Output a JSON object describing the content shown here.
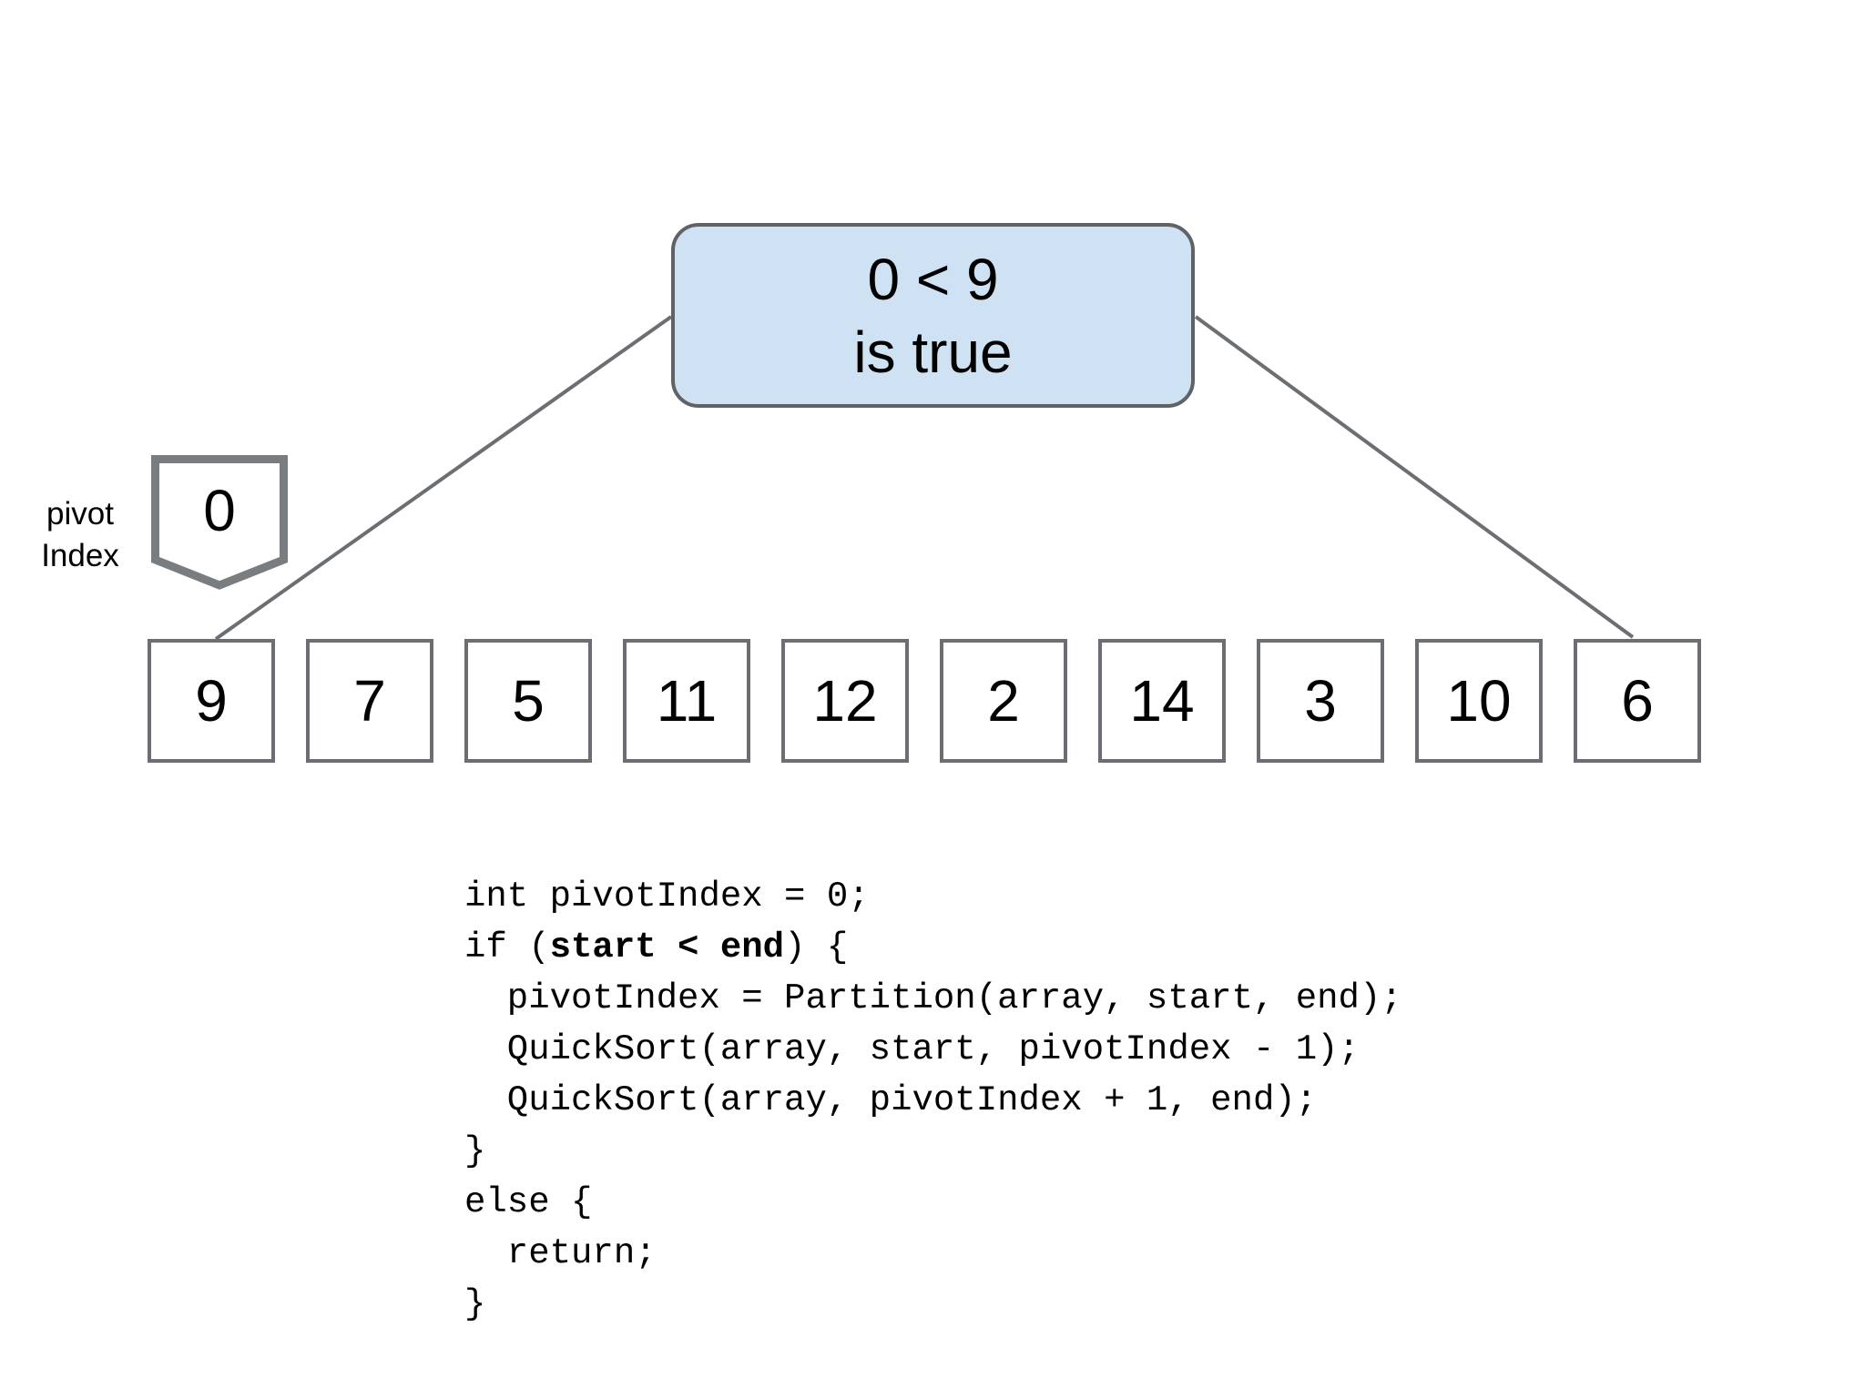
{
  "colors": {
    "node_fill": "#cfe2f3",
    "node_border": "#5f6368",
    "box_border": "#6b6f73",
    "line_color": "#6b6f73",
    "pentagon_border": "#7a7d80"
  },
  "diagram": {
    "decision_node": {
      "line1": "0 < 9",
      "line2": "is true"
    },
    "pivot_marker": {
      "label_line1": "pivot",
      "label_line2": "Index",
      "value": "0"
    },
    "array": {
      "values": [
        "9",
        "7",
        "5",
        "11",
        "12",
        "2",
        "14",
        "3",
        "10",
        "6"
      ]
    },
    "code": {
      "lines": [
        {
          "segments": [
            {
              "text": "int pivotIndex = 0;"
            }
          ]
        },
        {
          "segments": [
            {
              "text": "if ("
            },
            {
              "text": "start < end",
              "bold": true
            },
            {
              "text": ") {"
            }
          ]
        },
        {
          "segments": [
            {
              "text": "  pivotIndex = Partition(array, start, end);"
            }
          ]
        },
        {
          "segments": [
            {
              "text": "  QuickSort(array, start, pivotIndex - 1);"
            }
          ]
        },
        {
          "segments": [
            {
              "text": "  QuickSort(array, pivotIndex + 1, end);"
            }
          ]
        },
        {
          "segments": [
            {
              "text": "}"
            }
          ]
        },
        {
          "segments": [
            {
              "text": "else {"
            }
          ]
        },
        {
          "segments": [
            {
              "text": "  return;"
            }
          ]
        },
        {
          "segments": [
            {
              "text": "}"
            }
          ]
        }
      ]
    }
  }
}
